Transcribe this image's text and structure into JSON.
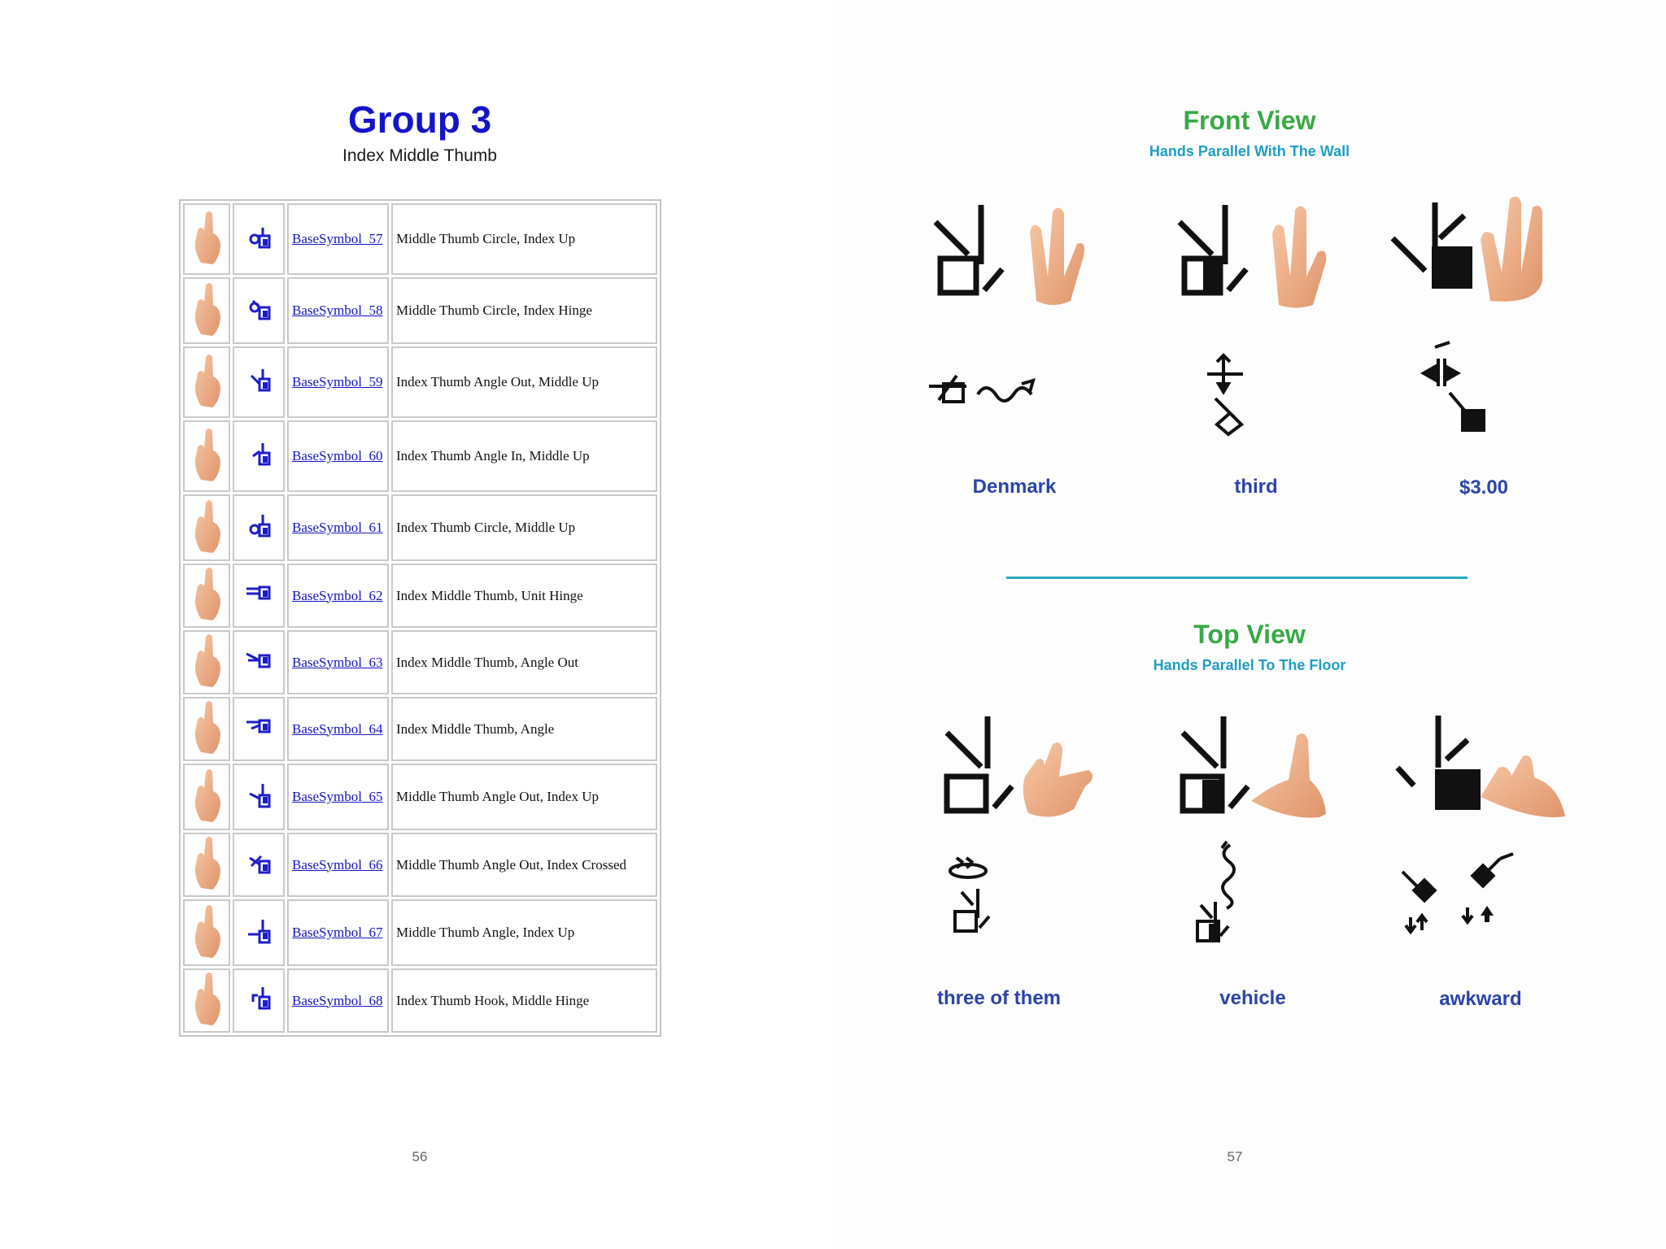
{
  "left_page": {
    "title": "Group 3",
    "subtitle": "Index Middle Thumb",
    "page_number": "56",
    "rows": [
      {
        "link": "BaseSymbol_57",
        "description": "Middle Thumb Circle, Index Up"
      },
      {
        "link": "BaseSymbol_58",
        "description": "Middle Thumb Circle, Index Hinge"
      },
      {
        "link": "BaseSymbol_59",
        "description": "Index Thumb Angle Out, Middle Up"
      },
      {
        "link": "BaseSymbol_60",
        "description": "Index Thumb Angle In, Middle Up"
      },
      {
        "link": "BaseSymbol_61",
        "description": "Index Thumb Circle, Middle Up"
      },
      {
        "link": "BaseSymbol_62",
        "description": "Index Middle Thumb, Unit Hinge"
      },
      {
        "link": "BaseSymbol_63",
        "description": "Index Middle Thumb, Angle Out"
      },
      {
        "link": "BaseSymbol_64",
        "description": "Index Middle Thumb, Angle"
      },
      {
        "link": "BaseSymbol_65",
        "description": "Middle Thumb Angle Out, Index Up"
      },
      {
        "link": "BaseSymbol_66",
        "description": "Middle Thumb Angle Out, Index Crossed"
      },
      {
        "link": "BaseSymbol_67",
        "description": "Middle Thumb Angle, Index Up"
      },
      {
        "link": "BaseSymbol_68",
        "description": "Index Thumb Hook, Middle Hinge"
      }
    ]
  },
  "right_page": {
    "page_number": "57",
    "front_view": {
      "title": "Front View",
      "subtitle": "Hands Parallel With The Wall",
      "examples": [
        {
          "caption": "Denmark",
          "fill": "white"
        },
        {
          "caption": "third",
          "fill": "half"
        },
        {
          "caption": "$3.00",
          "fill": "black"
        }
      ]
    },
    "top_view": {
      "title": "Top View",
      "subtitle": "Hands Parallel To The Floor",
      "examples": [
        {
          "caption": "three of them",
          "fill": "white"
        },
        {
          "caption": "vehicle",
          "fill": "half"
        },
        {
          "caption": "awkward",
          "fill": "black"
        }
      ]
    }
  },
  "colors": {
    "group_title": "#1414c8",
    "link": "#1515c0",
    "section_title": "#39a845",
    "section_subtitle": "#1e9ec4",
    "caption": "#2c44a8",
    "divider": "#29a9bd",
    "skin": "#f2b088"
  },
  "icons": [
    "hand-photo-icon",
    "handshape-symbol-icon",
    "sign-writing-icon"
  ]
}
